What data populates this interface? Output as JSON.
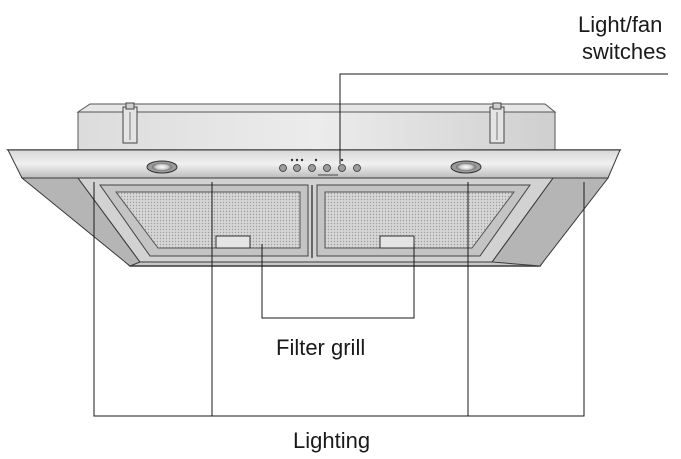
{
  "labels": {
    "switches_line1": "Light/fan",
    "switches_line2": "switches",
    "filter": "Filter grill",
    "lighting": "Lighting"
  },
  "colors": {
    "ink": "#1a1a1a",
    "steel_light": "#e2e2e2",
    "steel_mid": "#bdbdbd",
    "steel_dark": "#8c8c8c",
    "mesh": "#cfcfcf"
  }
}
